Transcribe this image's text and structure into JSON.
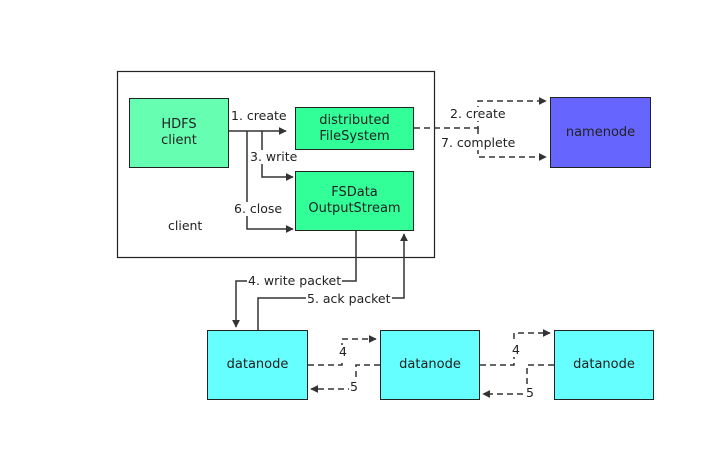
{
  "nodes": {
    "hdfs_client": {
      "line1": "HDFS",
      "line2": "client",
      "color": "#66ffb2"
    },
    "distributed_fs": {
      "line1": "distributed",
      "line2": "FileSystem",
      "color": "#33ff99"
    },
    "fsdata_os": {
      "line1": "FSData",
      "line2": "OutputStream",
      "color": "#33ff99"
    },
    "namenode": {
      "label": "namenode",
      "color": "#6666ff"
    },
    "datanode_1": {
      "label": "datanode",
      "color": "#66ffff"
    },
    "datanode_2": {
      "label": "datanode",
      "color": "#66ffff"
    },
    "datanode_3": {
      "label": "datanode",
      "color": "#66ffff"
    }
  },
  "container": {
    "label": "client"
  },
  "edges": {
    "create": "1. create",
    "nn_create": "2. create",
    "write": "3. write",
    "write_packet": "4. write packet",
    "ack_packet": "5. ack packet",
    "close": "6. close",
    "complete": "7. complete",
    "dn_fwd_1": "4",
    "dn_ack_1": "5",
    "dn_fwd_2": "4",
    "dn_ack_2": "5"
  }
}
